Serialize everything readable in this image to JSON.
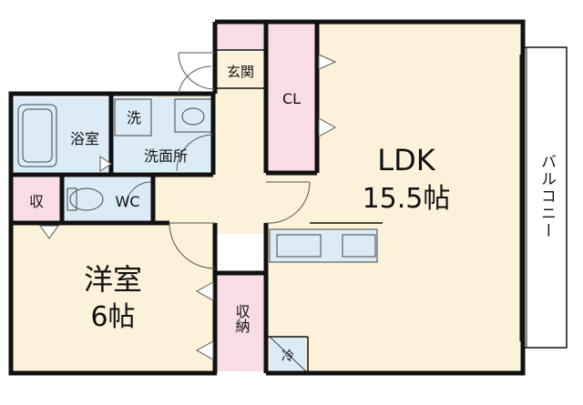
{
  "rooms": {
    "ldk": {
      "name": "LDK",
      "size": "15.5帖"
    },
    "western": {
      "name": "洋室",
      "size": "6帖"
    },
    "entrance": "玄関",
    "closet": "CL",
    "bath": "浴室",
    "washer": "洗",
    "washroom": "洗面所",
    "toilet": "WC",
    "storage_small": "収",
    "storage": "収納",
    "fridge": "冷"
  },
  "balcony": "バルコニー",
  "colors": {
    "wall": "#111111",
    "floor_main": "#fbf2d9",
    "floor_wet": "#dcecf7",
    "storage": "#f9dde5",
    "entrance": "#fbf2d9",
    "kitchen": "#dcecf7"
  }
}
